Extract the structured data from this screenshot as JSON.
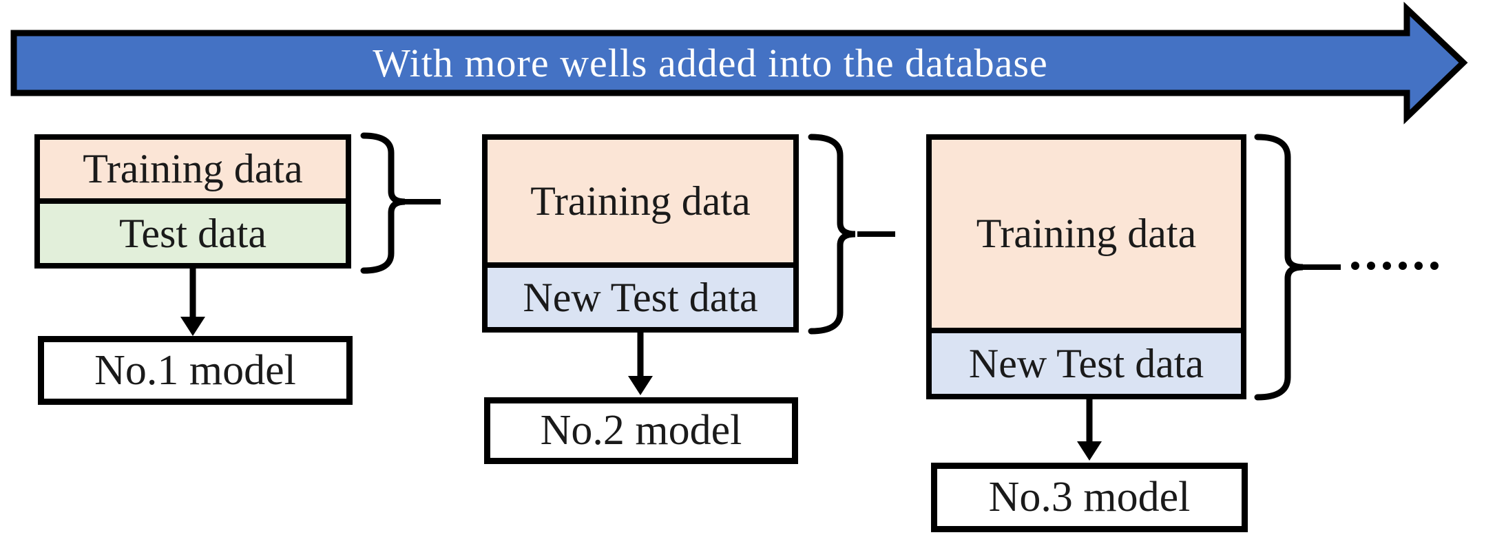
{
  "banner": {
    "label": "With more wells added into the database"
  },
  "groups": [
    {
      "data_box": {
        "training": "Training data",
        "test": "Test data"
      },
      "model": "No.1 model"
    },
    {
      "data_box": {
        "training": "Training data",
        "test": "New Test data"
      },
      "model": "No.2 model"
    },
    {
      "data_box": {
        "training": "Training data",
        "test": "New Test data"
      },
      "model": "No.3 model"
    }
  ],
  "ellipsis": {
    "count": 6
  },
  "colors": {
    "banner-fill": "#4472C4",
    "banner-text": "#FFFFFF",
    "training": "#FBE5D6",
    "test-green": "#E2EFDA",
    "test-blue": "#DAE3F3",
    "outline": "#000000",
    "label": "#1a1a1a",
    "bg": "#FFFFFF"
  }
}
